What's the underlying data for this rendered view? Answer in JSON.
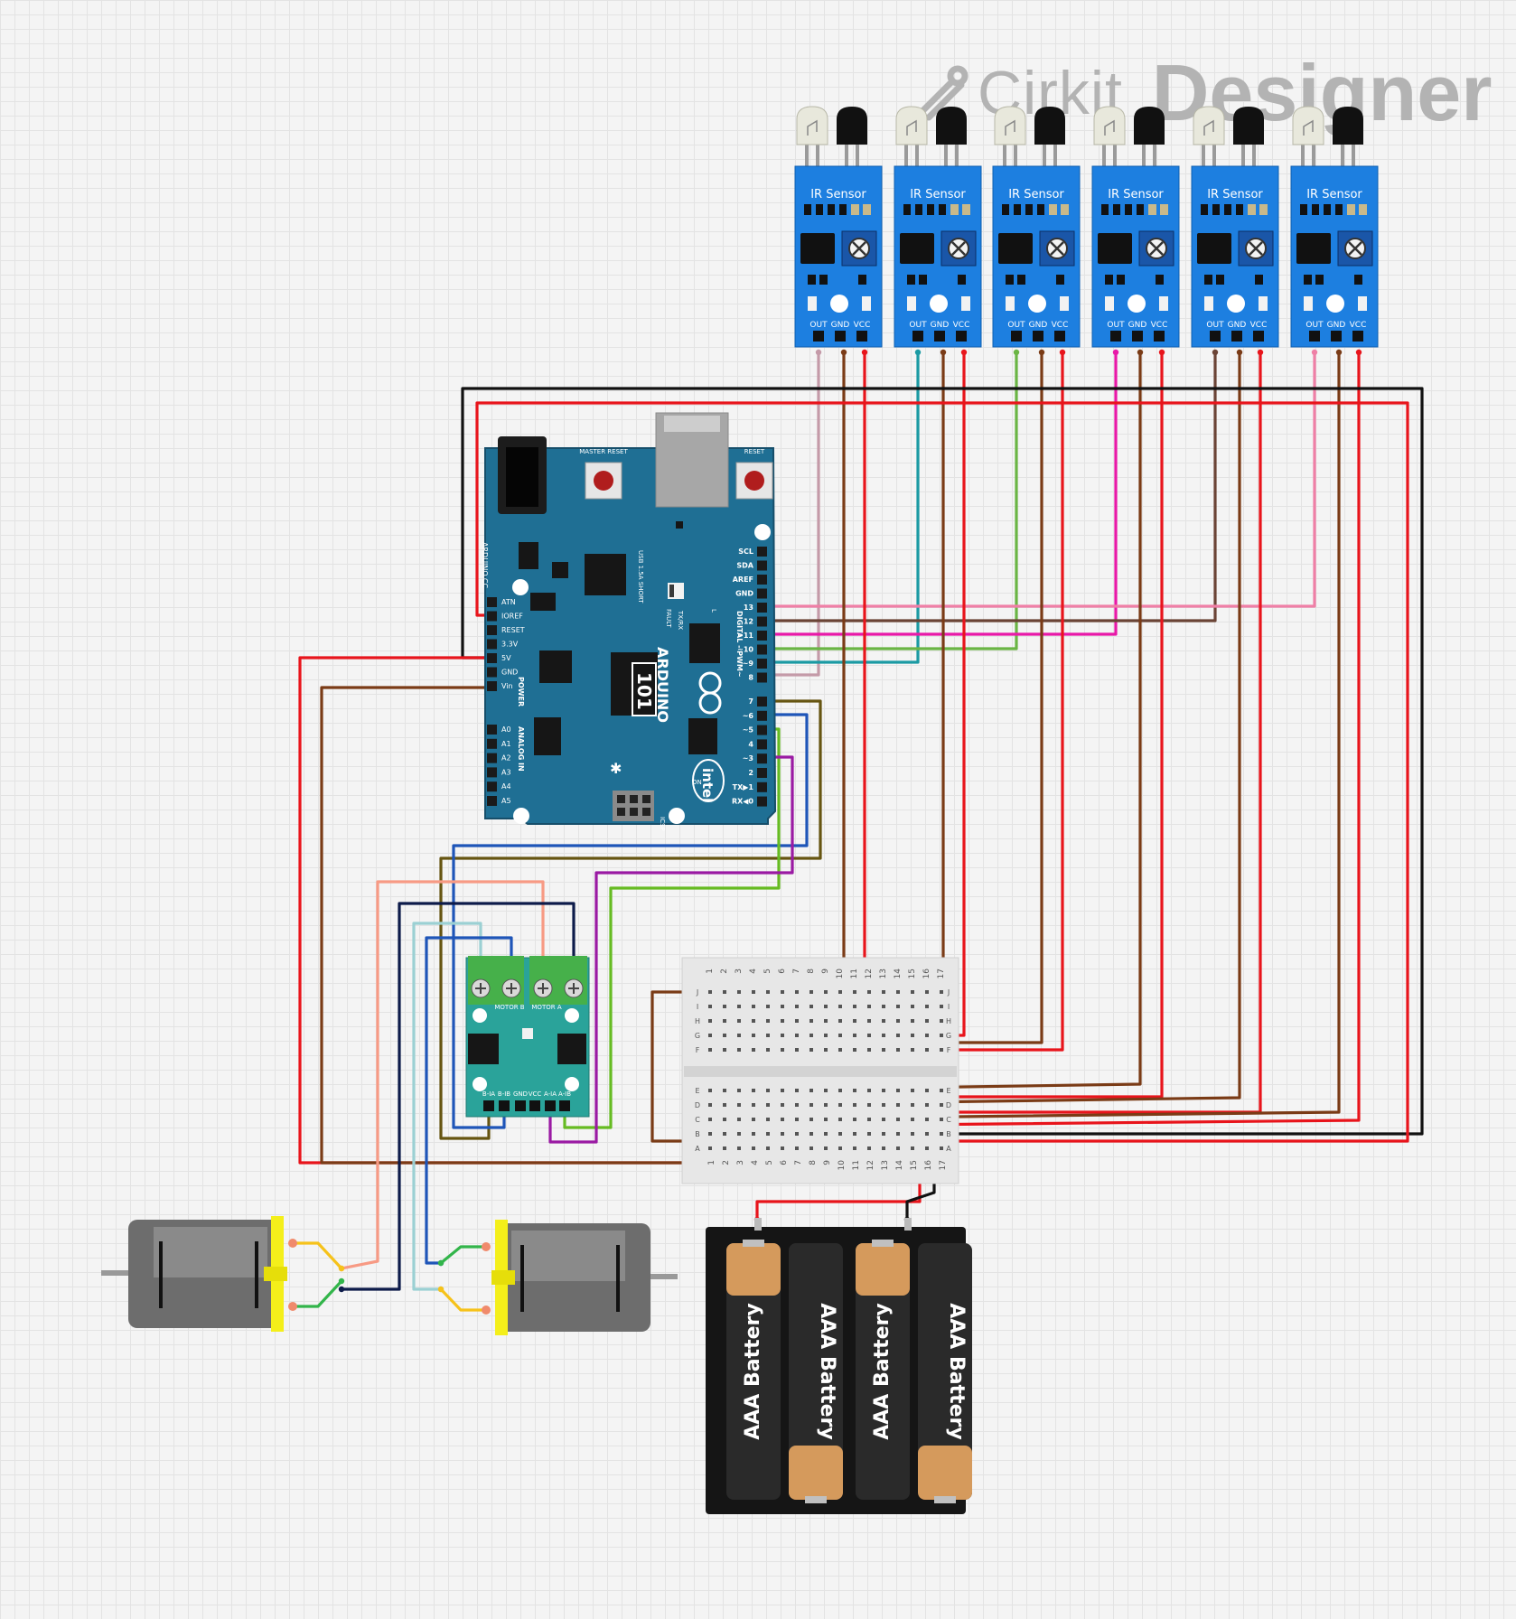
{
  "brand": {
    "name_light": "Cirkit",
    "name_bold": "Designer"
  },
  "ir_sensor": {
    "title": "IR Sensor",
    "pins": [
      "OUT",
      "GND",
      "VCC"
    ],
    "count": 6
  },
  "arduino": {
    "logo_text": "ARDUINO",
    "model": "101",
    "vendor": "intel",
    "site": "ARDUINO.CC",
    "reset_label": "RESET",
    "master_reset_label": "MASTER RESET",
    "usb_label": "USB 1.5A SHORT",
    "on_label": "ON",
    "icsp_label": "ICSP",
    "txrx_label": "TX/RX",
    "fault_label": "FAULT",
    "l_label": "L",
    "digital_label": "DIGITAL - PWM~",
    "power_label": "POWER",
    "analog_label": "ANALOG IN",
    "power_pins": [
      "ATN",
      "IOREF",
      "RESET",
      "3.3V",
      "5V",
      "GND",
      "Vin"
    ],
    "analog_pins": [
      "A0",
      "A1",
      "A2",
      "A3",
      "A4",
      "A5"
    ],
    "top_pins": [
      "SCL",
      "SDA",
      "AREF",
      "GND",
      "13",
      "12",
      "~11",
      "~10",
      "~9",
      "8"
    ],
    "bottom_pins": [
      "7",
      "~6",
      "~5",
      "4",
      "~3",
      "2",
      "TX▶1",
      "RX◀0"
    ]
  },
  "motor_driver": {
    "motor_b_label": "MOTOR B",
    "motor_a_label": "MOTOR A",
    "pins": [
      "B-IA",
      "B-IB",
      "GND",
      "VCC",
      "A-IA",
      "A-IB"
    ]
  },
  "breadboard": {
    "columns": [
      "1",
      "2",
      "3",
      "4",
      "5",
      "6",
      "7",
      "8",
      "9",
      "10",
      "11",
      "12",
      "13",
      "14",
      "15",
      "16",
      "17"
    ],
    "rows_top": [
      "J",
      "I",
      "H",
      "G",
      "F"
    ],
    "rows_bottom": [
      "E",
      "D",
      "C",
      "B",
      "A"
    ]
  },
  "battery": {
    "label": "AAA Battery",
    "count": 4
  },
  "colors": {
    "red": "#e8141b",
    "black": "#111111",
    "brown": "#7a3b16",
    "teal": "#1b9aa3",
    "green": "#6ab544",
    "magenta": "#e819a8",
    "pink": "#ef7fa6",
    "dbrown": "#6b4436",
    "mauve": "#c49aa8",
    "navy": "#0d1b4a",
    "salmon": "#f79a84",
    "lightblue": "#9bd0d3",
    "blue": "#1e55b8",
    "olive": "#665511",
    "purple": "#9a1aa3",
    "lime": "#66bb22",
    "board": "#1f6f94",
    "sensor": "#1d7fe0",
    "driver": "#2aa39a"
  }
}
